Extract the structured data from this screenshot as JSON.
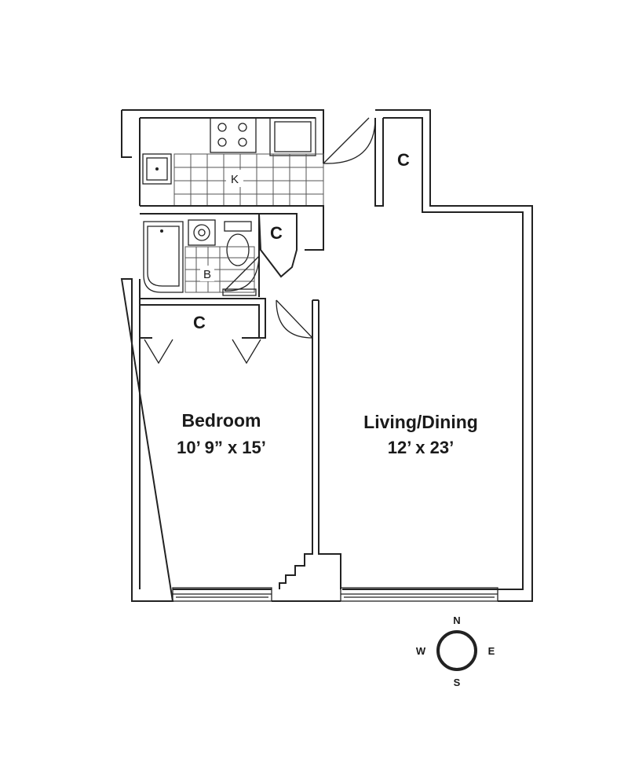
{
  "rooms": {
    "bedroom": {
      "name": "Bedroom",
      "dimensions": "10’ 9” x 15’"
    },
    "living": {
      "name": "Living/Dining",
      "dimensions": "12’ x 23’"
    },
    "kitchen": {
      "label": "K"
    },
    "bath": {
      "label": "B"
    }
  },
  "closets": {
    "entry": "C",
    "hall": "C",
    "bedroom": "C"
  },
  "compass": {
    "north": "N",
    "south": "S",
    "east": "E",
    "west": "W"
  }
}
